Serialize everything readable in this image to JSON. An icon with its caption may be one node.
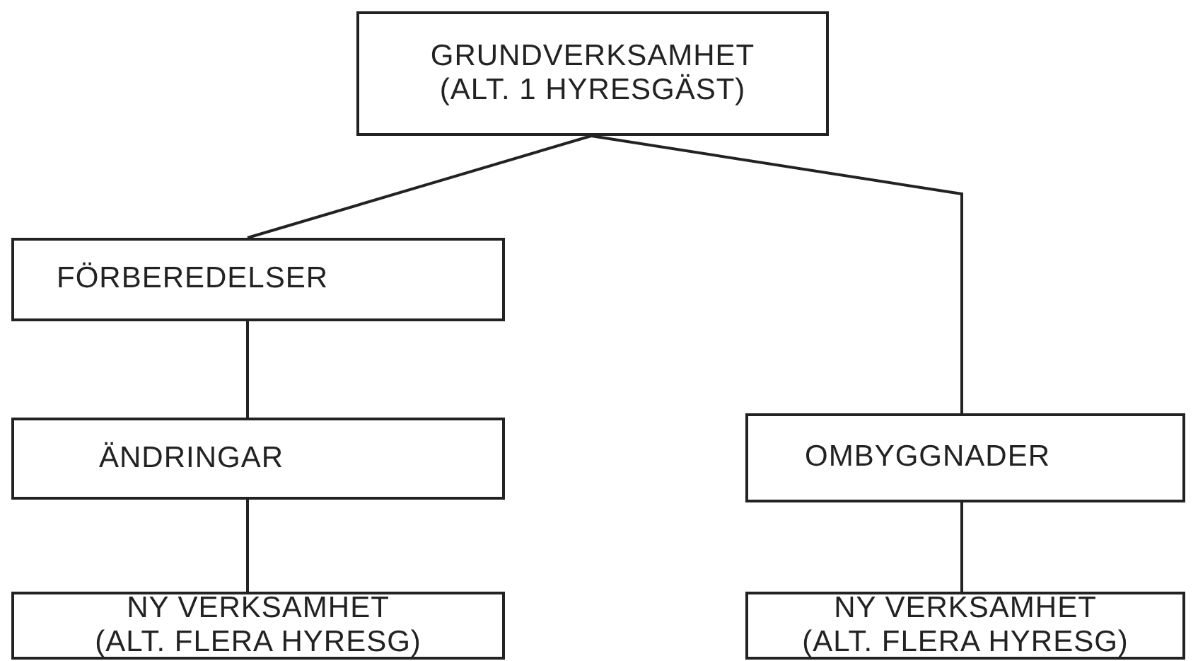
{
  "diagram": {
    "nodes": [
      {
        "text": [
          "GRUNDVERKSAMHET",
          "(ALT. 1 HYRESGÄST)"
        ]
      },
      {
        "text": [
          "FÖRBEREDELSER"
        ]
      },
      {
        "text": [
          "ÄNDRINGAR"
        ]
      },
      {
        "text": [
          "OMBYGGNADER"
        ]
      },
      {
        "text": [
          "NY VERKSAMHET",
          "(ALT. FLERA HYRESG)"
        ]
      },
      {
        "text": [
          "NY VERKSAMHET",
          "(ALT. FLERA HYRESG)"
        ]
      }
    ],
    "edges": [
      {
        "from": 0,
        "to": 1,
        "arrow": "none"
      },
      {
        "from": 0,
        "to": 3,
        "arrow": "none"
      },
      {
        "from": 1,
        "to": 2,
        "arrow": "none"
      },
      {
        "from": 2,
        "to": 4,
        "arrow": "none"
      },
      {
        "from": 3,
        "to": 5,
        "arrow": "none"
      }
    ]
  }
}
